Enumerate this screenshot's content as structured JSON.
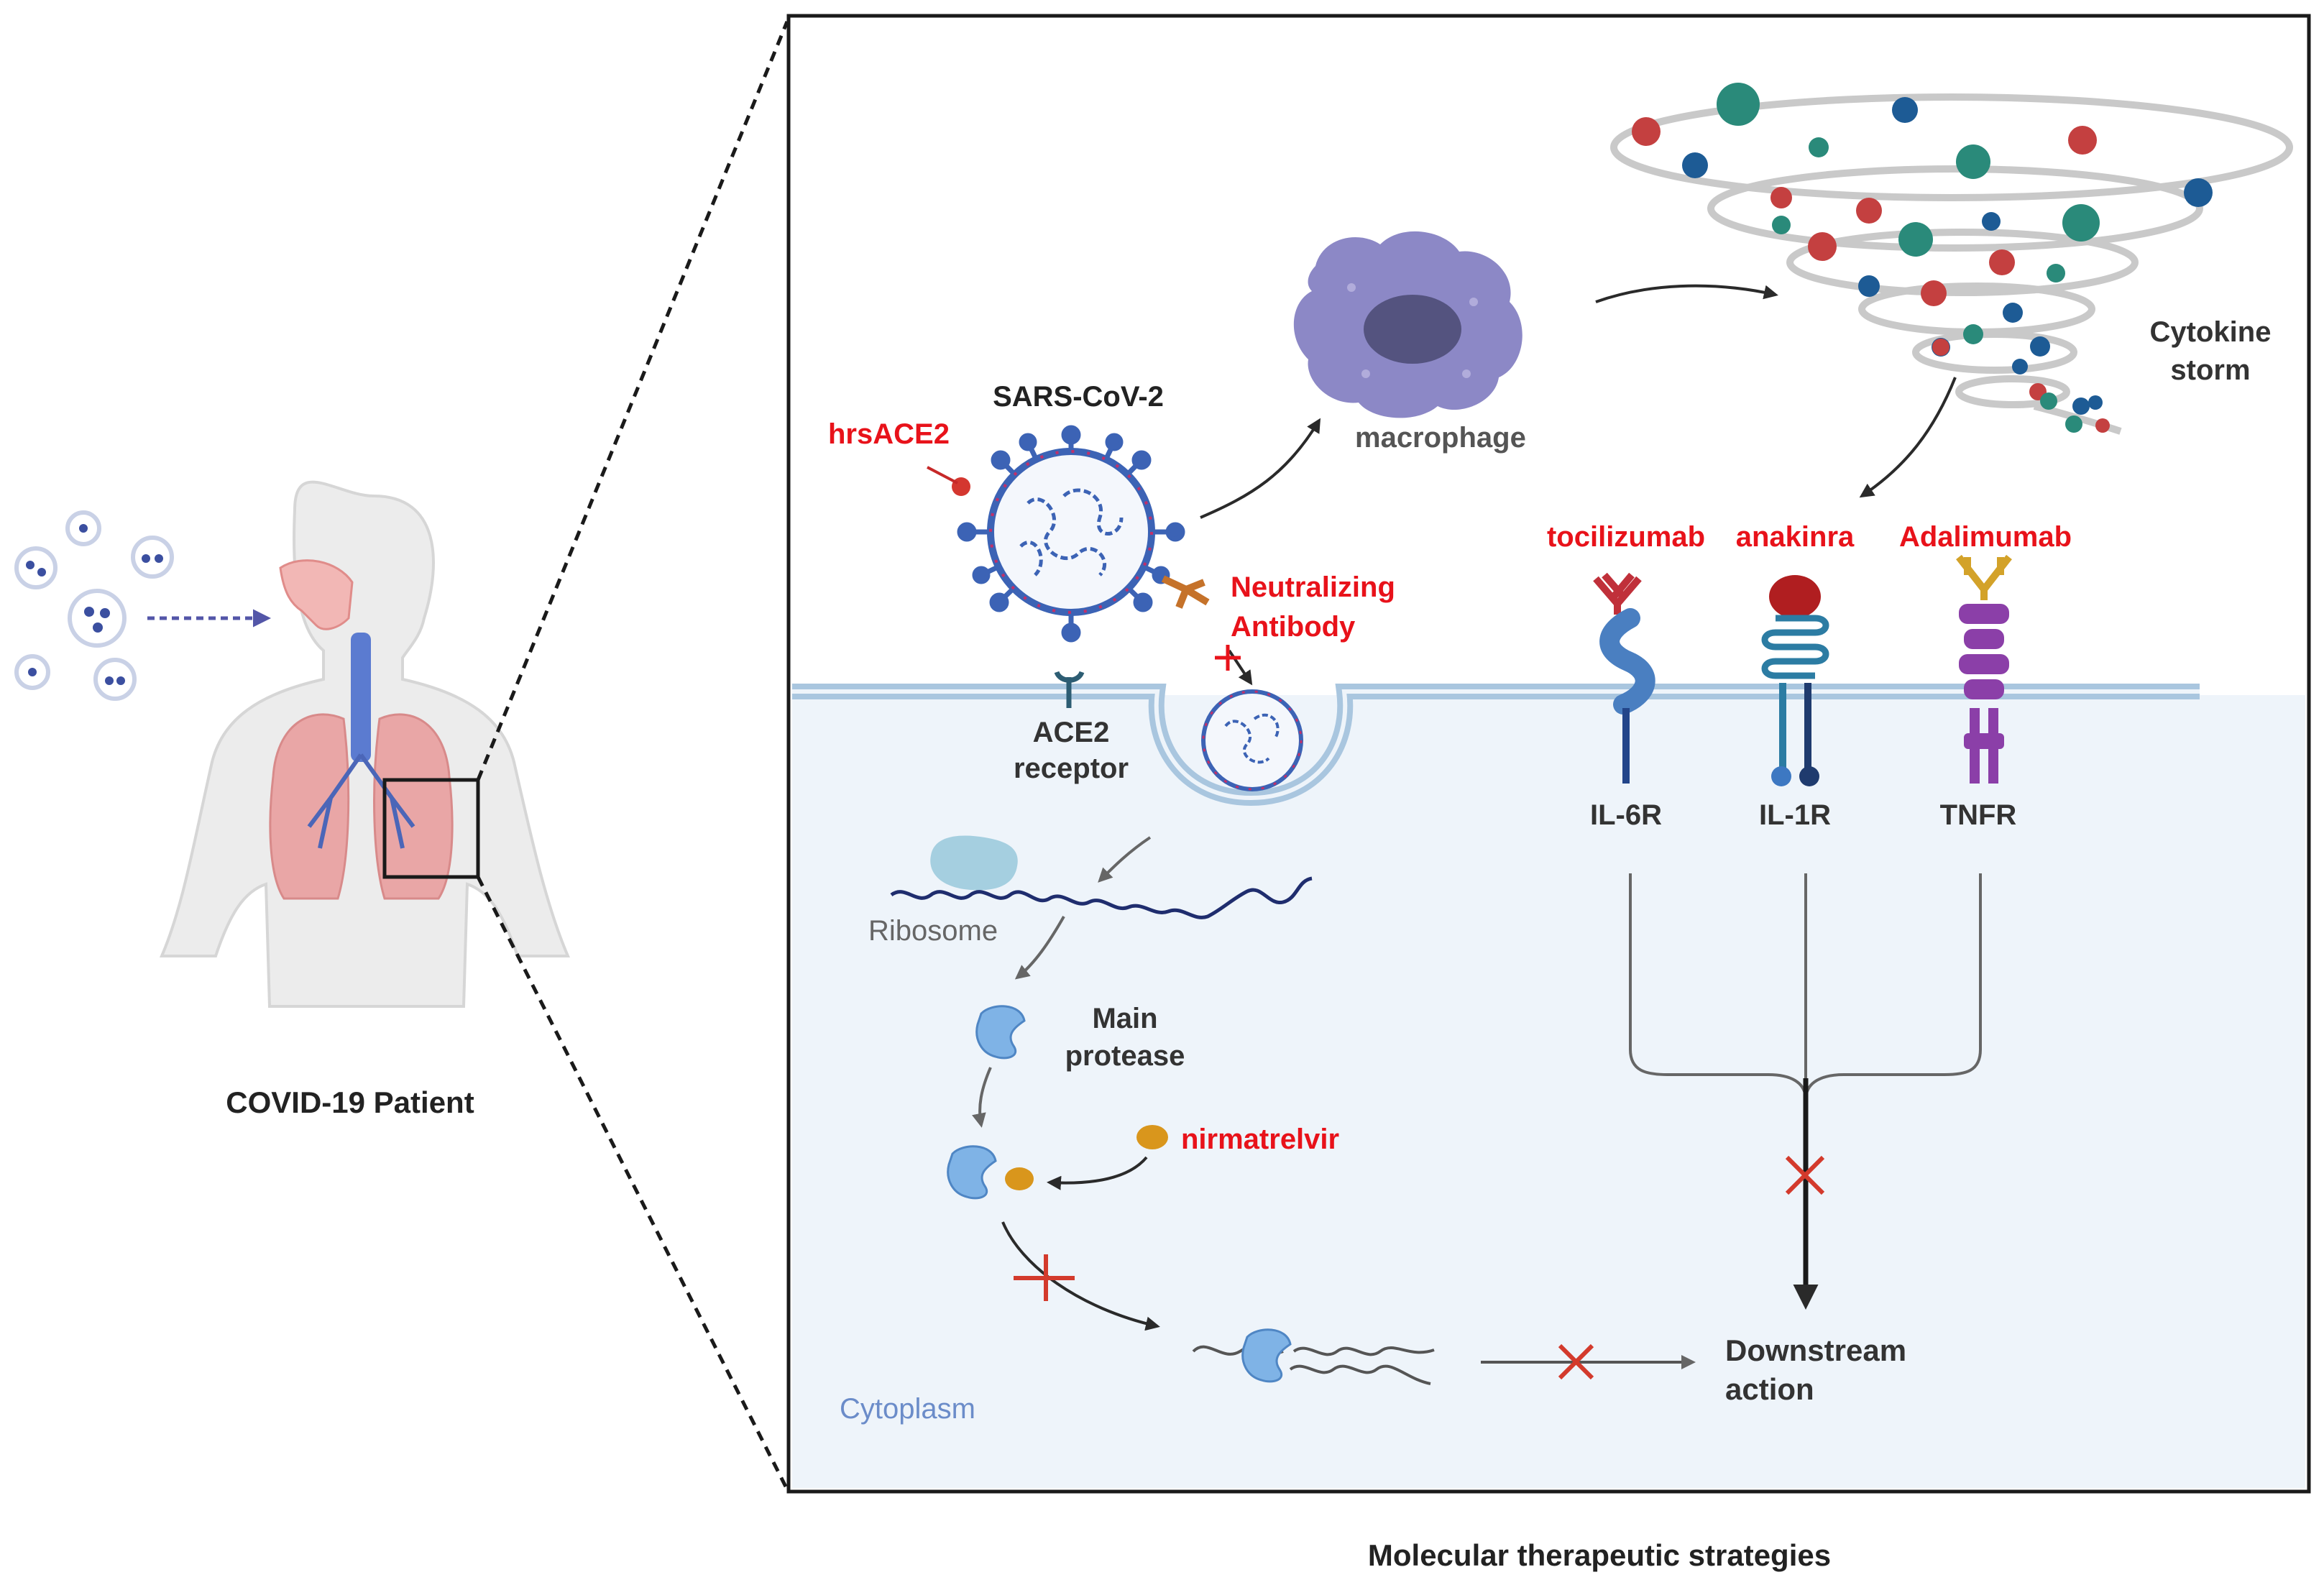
{
  "patient": {
    "label": "COVID-19 Patient"
  },
  "panel": {
    "caption": "Molecular therapeutic strategies",
    "virus": "SARS-CoV-2",
    "ace2": [
      "ACE2",
      "receptor"
    ],
    "macrophage": "macrophage",
    "cytokine": [
      "Cytokine",
      "storm"
    ],
    "ribosome": "Ribosome",
    "protease": [
      "Main",
      "protease"
    ],
    "cytoplasm": "Cytoplasm",
    "downstream": [
      "Downstream",
      "action"
    ],
    "receptors": [
      "IL-6R",
      "IL-1R",
      "TNFR"
    ]
  },
  "drugs": {
    "hrsace2": "hrsACE2",
    "antibody": [
      "Neutralizing",
      "Antibody"
    ],
    "tocilizumab": "tocilizumab",
    "anakinra": "anakinra",
    "adalimumab": "Adalimumab",
    "nirmatrelvir": "nirmatrelvir"
  },
  "colors": {
    "drug_red": "#e8121a",
    "virus_blue": "#3c63b5",
    "membrane": "#a9c6df",
    "cytoplasm_bg": "#eef4fa",
    "macrophage": "#8c88c6",
    "protease": "#7fb3e6",
    "inhibitor": "#d9961c",
    "adalimumab": "#8b3fa8"
  }
}
